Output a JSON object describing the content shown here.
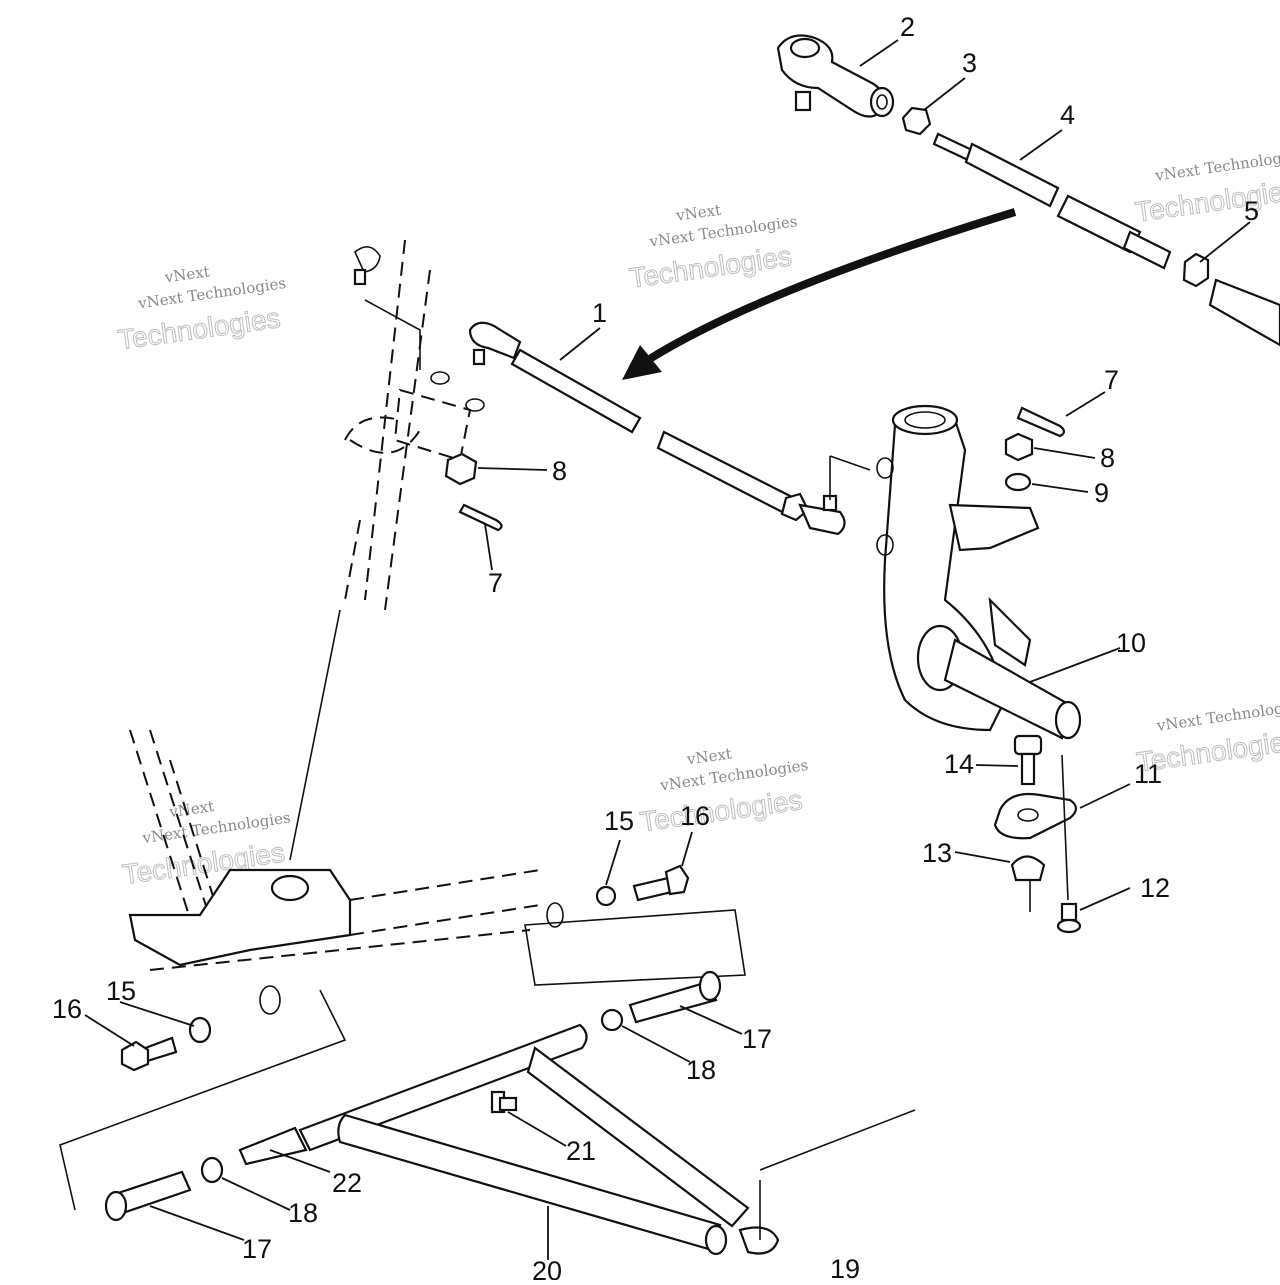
{
  "callouts": [
    "1",
    "2",
    "3",
    "4",
    "5",
    "7",
    "8",
    "9",
    "10",
    "11",
    "12",
    "13",
    "14",
    "15",
    "16",
    "17",
    "18",
    "19",
    "20",
    "21",
    "22"
  ],
  "callouts_repeat": [
    "7",
    "8",
    "15",
    "16",
    "17",
    "18"
  ],
  "watermark": {
    "line1": "vNext",
    "line2": "vNext Technologies",
    "line3": "Technologies"
  },
  "colors": {
    "ink": "#111111",
    "watermark": "#9a9a9a",
    "background": "#ffffff"
  }
}
